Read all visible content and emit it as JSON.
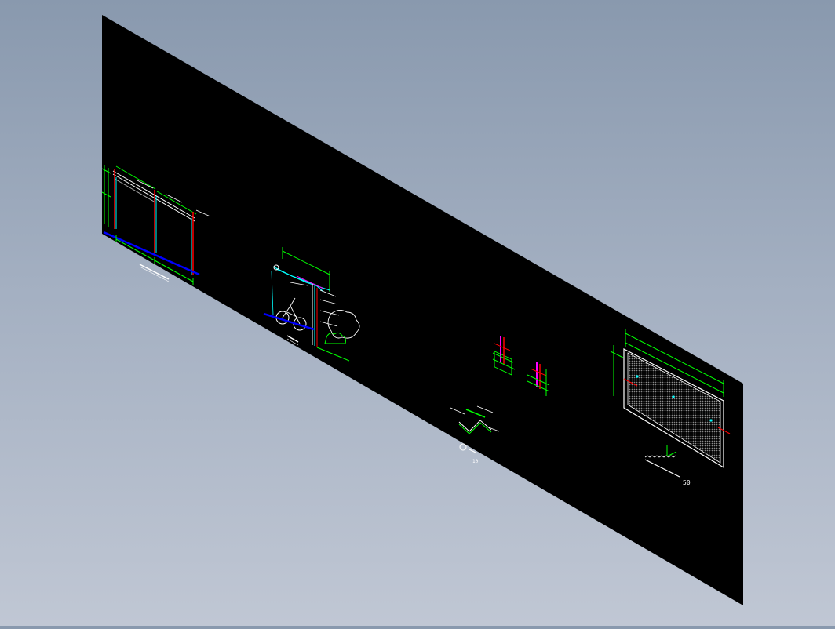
{
  "scene": {
    "background_top": "#8999ae",
    "background_bottom": "#c0c7d4",
    "sheet_color": "#000000"
  },
  "drawing_colors": {
    "green": "#00ff00",
    "cyan": "#00ffff",
    "blue": "#0000ff",
    "red": "#ff0000",
    "magenta": "#ff00ff",
    "white": "#ffffff"
  },
  "views": [
    {
      "id": "gate-elevation",
      "type": "elevation-with-dimensions"
    },
    {
      "id": "section-detail",
      "type": "section-with-bicycle-and-shrubs"
    },
    {
      "id": "foundation-details",
      "type": "two-small-details"
    },
    {
      "id": "node-detail",
      "type": "small-node",
      "label": "10"
    },
    {
      "id": "mesh-panel",
      "type": "mesh-panel-elevation",
      "label": "50"
    }
  ]
}
